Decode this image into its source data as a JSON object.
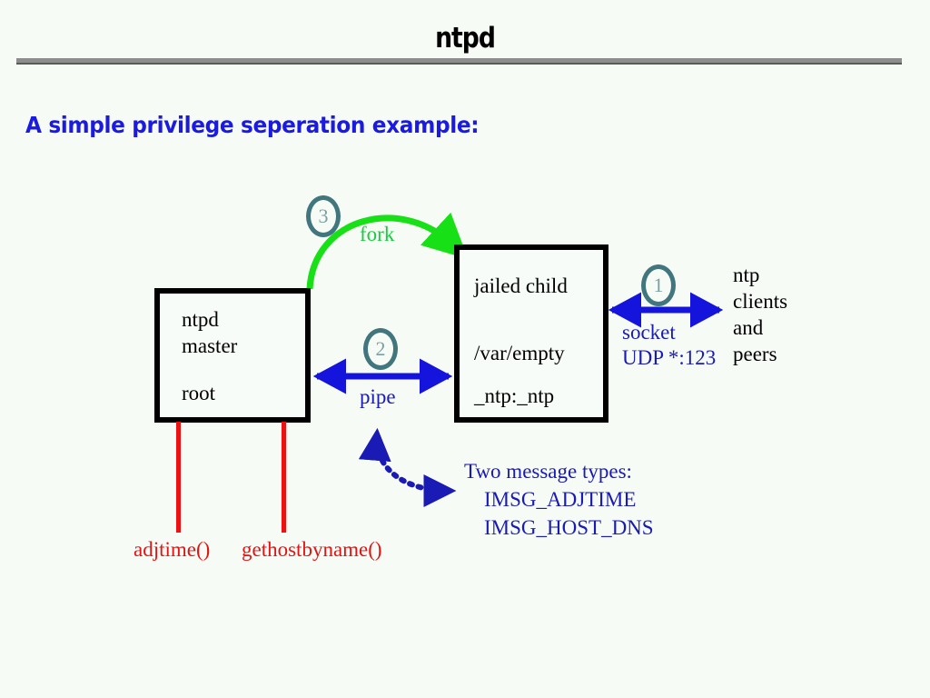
{
  "header": {
    "title": "ntpd",
    "subtitle": "A simple privilege seperation example:"
  },
  "diagram": {
    "boxes": [
      {
        "id": "master",
        "lines": [
          "ntpd",
          "master",
          "root"
        ]
      },
      {
        "id": "child",
        "lines": [
          "jailed child",
          "/var/empty",
          "_ntp:_ntp"
        ]
      }
    ],
    "steps": [
      {
        "number": "1",
        "label": "socket",
        "sublabel": "UDP *:123",
        "color": "#1a1ab4"
      },
      {
        "number": "2",
        "label": "pipe",
        "color": "#1a1ab4"
      },
      {
        "number": "3",
        "label": "fork",
        "color": "#19cc3f"
      }
    ],
    "external": {
      "lines": [
        "ntp",
        "clients",
        "and",
        "peers"
      ]
    },
    "syscalls": [
      {
        "label": "adjtime()"
      },
      {
        "label": "gethostbyname()"
      }
    ],
    "note": {
      "heading": "Two message types:",
      "items": [
        "IMSG_ADJTIME",
        "IMSG_HOST_DNS"
      ]
    }
  },
  "colors": {
    "background": "#f6fbf6",
    "box_border": "#000000",
    "fork_arrow": "#17e017",
    "pipe_arrow": "#1414dc",
    "socket_arrow": "#1414dc",
    "dotted_arrow": "#1a1ab4",
    "syscall_line": "#ee1111",
    "badge_ring": "#41766e",
    "rule": "#8d8d8d",
    "subtitle_text": "#1a1ae0"
  }
}
